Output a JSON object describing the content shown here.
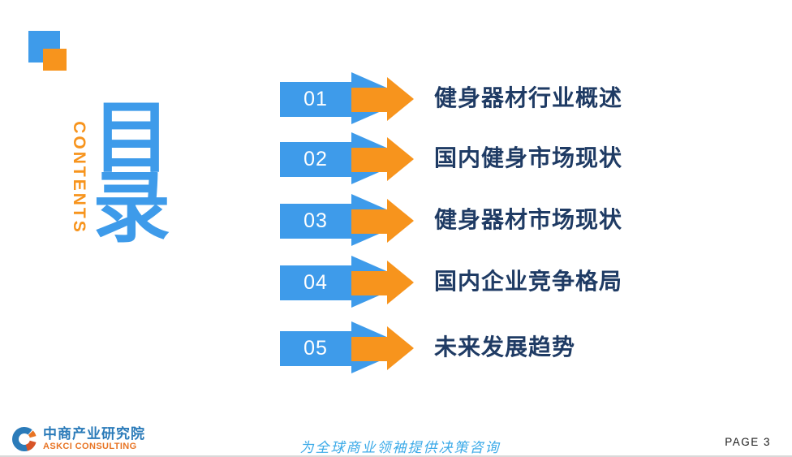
{
  "toc": {
    "contents_label": "CONTENTS",
    "title_chars": [
      "目",
      "录"
    ]
  },
  "items": [
    {
      "num": "01",
      "label": "健身器材行业概述"
    },
    {
      "num": "02",
      "label": "国内健身市场现状"
    },
    {
      "num": "03",
      "label": "健身器材市场现状"
    },
    {
      "num": "04",
      "label": "国内企业竞争格局"
    },
    {
      "num": "05",
      "label": "未来发展趋势"
    }
  ],
  "footer": {
    "logo_cn": "中商产业研究院",
    "logo_en": "ASKCI CONSULTING",
    "slogan": "为全球商业领袖提供决策咨询",
    "page_label": "PAGE 3"
  },
  "colors": {
    "blue": "#3E9BEA",
    "orange": "#F7941D",
    "title": "#1F3B64",
    "slogan": "#3BAAE8",
    "logo_blue": "#2B7BB9",
    "logo_orange": "#E87424"
  }
}
